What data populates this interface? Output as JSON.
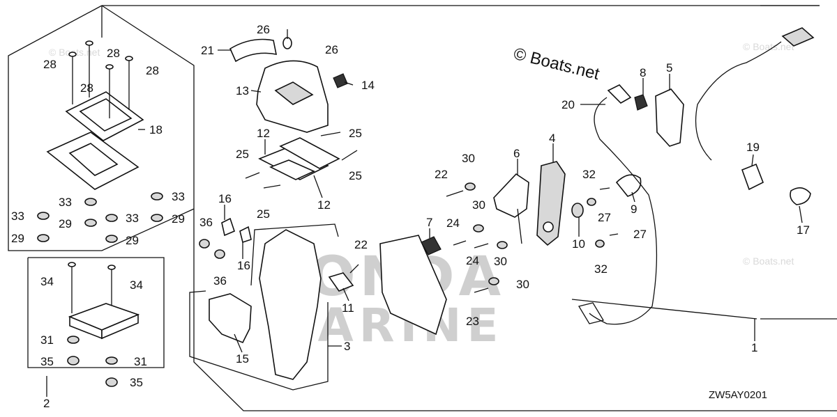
{
  "copyright": "© Boats.net",
  "watermark_copies": [
    "© Boats.net",
    "© Boats.net",
    "© Boats.net"
  ],
  "watermark_brand": {
    "line1": "HONDA",
    "line2": "MARINE"
  },
  "diagram_code": "ZW5AY0201",
  "callouts": {
    "c1": "1",
    "c2": "2",
    "c3": "3",
    "c4": "4",
    "c5": "5",
    "c6": "6",
    "c7": "7",
    "c8": "8",
    "c9": "9",
    "c10": "10",
    "c11": "11",
    "c12a": "12",
    "c12b": "12",
    "c13": "13",
    "c14": "14",
    "c15": "15",
    "c16a": "16",
    "c16b": "16",
    "c17": "17",
    "c18": "18",
    "c19": "19",
    "c20": "20",
    "c21": "21",
    "c22a": "22",
    "c22b": "22",
    "c23": "23",
    "c24a": "24",
    "c24b": "24",
    "c25a": "25",
    "c25b": "25",
    "c25c": "25",
    "c25d": "25",
    "c26a": "26",
    "c26b": "26",
    "c27a": "27",
    "c27b": "27",
    "c28a": "28",
    "c28b": "28",
    "c28c": "28",
    "c28d": "28",
    "c29a": "29",
    "c29b": "29",
    "c29c": "29",
    "c30a": "30",
    "c30b": "30",
    "c30c": "30",
    "c30d": "30",
    "c31a": "31",
    "c31b": "31",
    "c32a": "32",
    "c32b": "32",
    "c33a": "33",
    "c33b": "33",
    "c33c": "33",
    "c33d": "33",
    "c34a": "34",
    "c34b": "34",
    "c35a": "35",
    "c35b": "35",
    "c36a": "36",
    "c36b": "36"
  }
}
